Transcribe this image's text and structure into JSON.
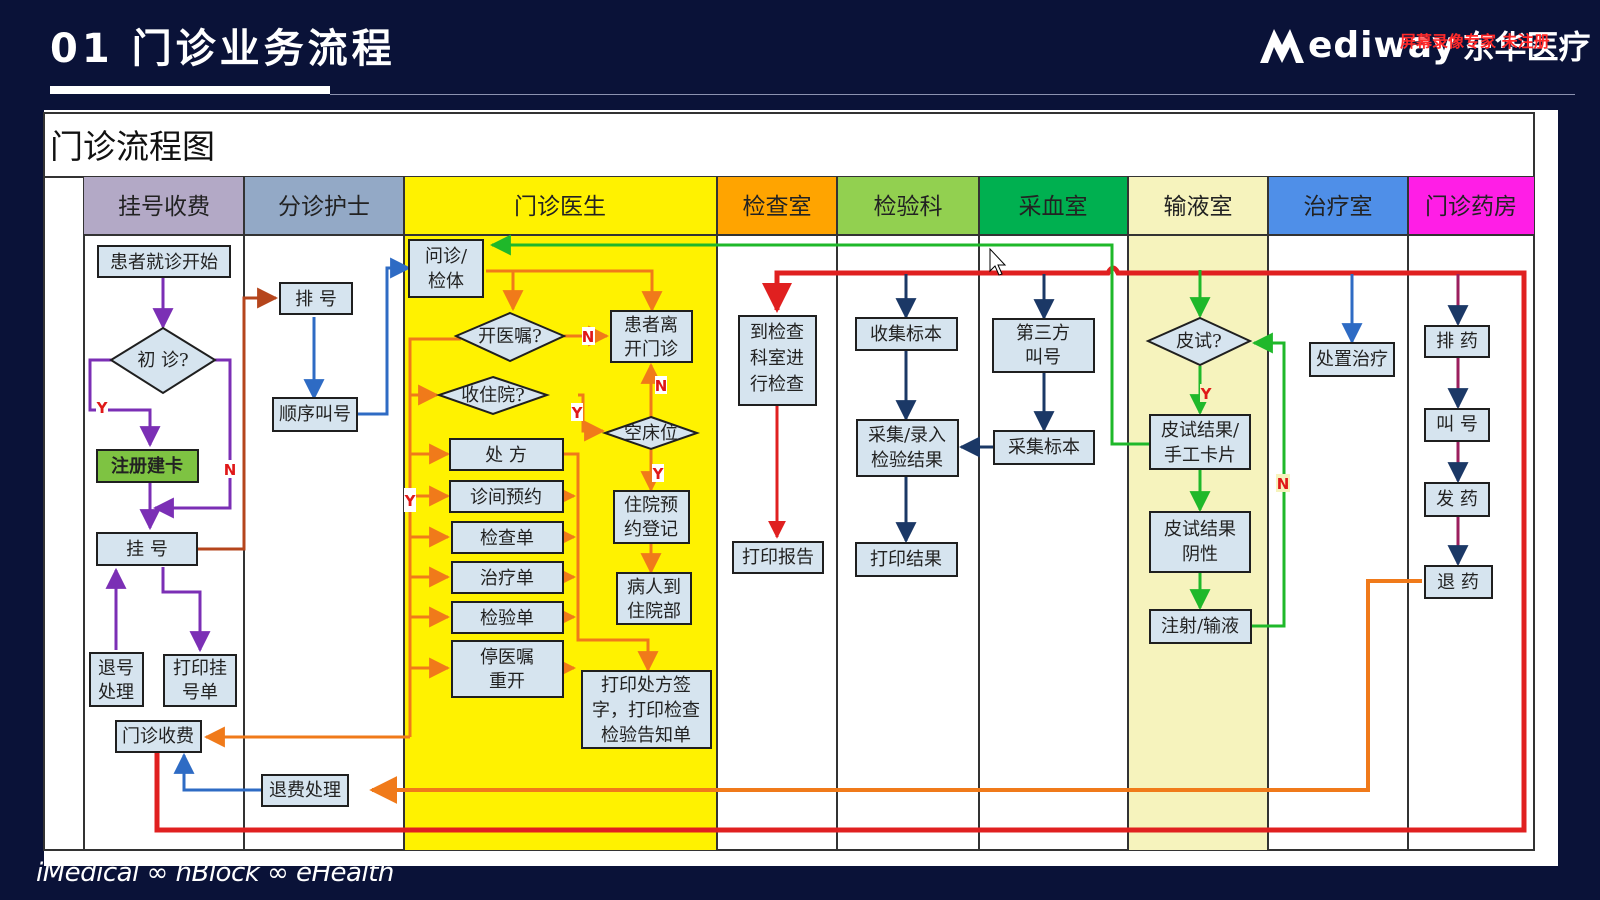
{
  "slide": {
    "title": "01 门诊业务流程",
    "logo_text": "ediway",
    "logo_cn": "东华医疗",
    "watermark": "屏幕录像专家 未注册",
    "footer": "iMedical ∞ hBlock ∞ eHealth"
  },
  "diagram": {
    "title": "门诊流程图",
    "lanes": [
      {
        "id": "L1",
        "label": "挂号收费",
        "color": "#b3a9c6"
      },
      {
        "id": "L2",
        "label": "分诊护士",
        "color": "#93a9c6"
      },
      {
        "id": "L3",
        "label": "门诊医生",
        "color": "#fff200"
      },
      {
        "id": "L4",
        "label": "检查室",
        "color": "#ffa400"
      },
      {
        "id": "L5",
        "label": "检验科",
        "color": "#92d050"
      },
      {
        "id": "L6",
        "label": "采血室",
        "color": "#00b050"
      },
      {
        "id": "L7",
        "label": "输液室",
        "color": "#f6f3bd"
      },
      {
        "id": "L8",
        "label": "治疗室",
        "color": "#4f8fe8"
      },
      {
        "id": "L9",
        "label": "门诊药房",
        "color": "#ff1ee6"
      }
    ],
    "nodes": [
      {
        "id": "n1",
        "label": "患者就诊开始"
      },
      {
        "id": "n2",
        "label": "初 诊?"
      },
      {
        "id": "n3",
        "label": "注册建卡"
      },
      {
        "id": "n4",
        "label": "挂  号"
      },
      {
        "id": "n5a",
        "label": "退号"
      },
      {
        "id": "n5b",
        "label": "处理"
      },
      {
        "id": "n6a",
        "label": "打印挂"
      },
      {
        "id": "n6b",
        "label": "号单"
      },
      {
        "id": "n7",
        "label": "门诊收费"
      },
      {
        "id": "n8",
        "label": "退费处理"
      },
      {
        "id": "n9",
        "label": "排  号"
      },
      {
        "id": "n10",
        "label": "顺序叫号"
      },
      {
        "id": "n11a",
        "label": "问诊/"
      },
      {
        "id": "n11b",
        "label": "检体"
      },
      {
        "id": "n12",
        "label": "开医嘱?"
      },
      {
        "id": "n13",
        "label": "收住院?"
      },
      {
        "id": "n14",
        "label": "处    方"
      },
      {
        "id": "n15",
        "label": "诊间预约"
      },
      {
        "id": "n16",
        "label": "检查单"
      },
      {
        "id": "n17",
        "label": "治疗单"
      },
      {
        "id": "n18",
        "label": "检验单"
      },
      {
        "id": "n19a",
        "label": "停医嘱"
      },
      {
        "id": "n19b",
        "label": "重开"
      },
      {
        "id": "n20a",
        "label": "患者离"
      },
      {
        "id": "n20b",
        "label": "开门诊"
      },
      {
        "id": "n21",
        "label": "空床位"
      },
      {
        "id": "n22a",
        "label": "住院预"
      },
      {
        "id": "n22b",
        "label": "约登记"
      },
      {
        "id": "n23a",
        "label": "病人到"
      },
      {
        "id": "n23b",
        "label": "住院部"
      },
      {
        "id": "n24a",
        "label": "打印处方签"
      },
      {
        "id": "n24b",
        "label": "字，打印检查"
      },
      {
        "id": "n24c",
        "label": "检验告知单"
      },
      {
        "id": "n25a",
        "label": "到检查"
      },
      {
        "id": "n25b",
        "label": "科室进"
      },
      {
        "id": "n25c",
        "label": "行检查"
      },
      {
        "id": "n26",
        "label": "打印报告"
      },
      {
        "id": "n27",
        "label": "收集标本"
      },
      {
        "id": "n28a",
        "label": "采集/录入"
      },
      {
        "id": "n28b",
        "label": "检验结果"
      },
      {
        "id": "n29",
        "label": "打印结果"
      },
      {
        "id": "n30a",
        "label": "第三方"
      },
      {
        "id": "n30b",
        "label": "叫号"
      },
      {
        "id": "n31",
        "label": "采集标本"
      },
      {
        "id": "n32",
        "label": "皮试?"
      },
      {
        "id": "n33a",
        "label": "皮试结果/"
      },
      {
        "id": "n33b",
        "label": "手工卡片"
      },
      {
        "id": "n34a",
        "label": "皮试结果"
      },
      {
        "id": "n34b",
        "label": "阴性"
      },
      {
        "id": "n35",
        "label": "注射/输液"
      },
      {
        "id": "n36",
        "label": "处置治疗"
      },
      {
        "id": "n37",
        "label": "排  药"
      },
      {
        "id": "n38",
        "label": "叫  号"
      },
      {
        "id": "n39",
        "label": "发  药"
      },
      {
        "id": "n40",
        "label": "退  药"
      }
    ],
    "flags": {
      "yes": "Y",
      "no": "N"
    }
  }
}
